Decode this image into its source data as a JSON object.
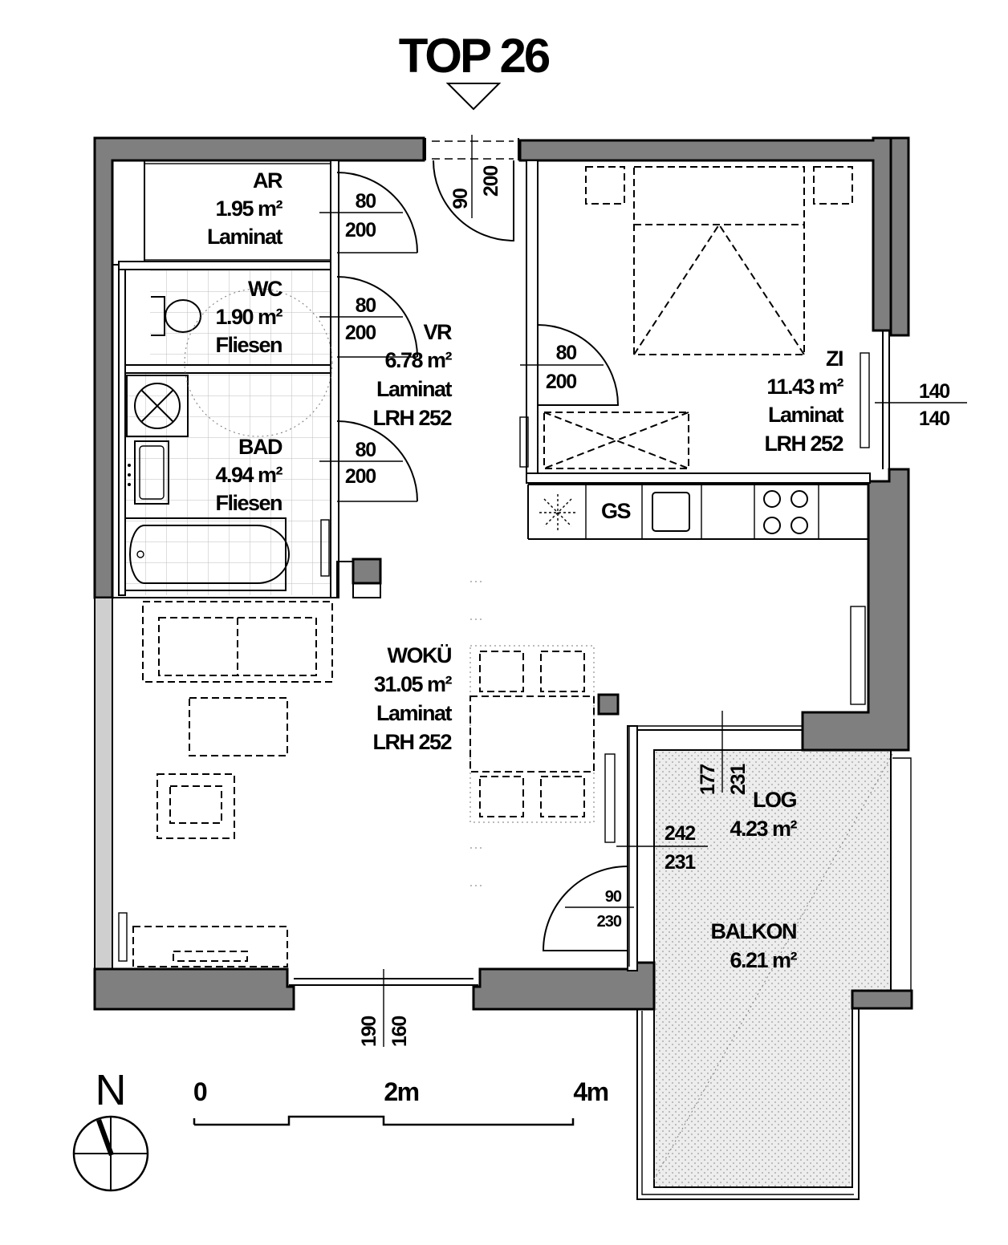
{
  "title": "TOP 26",
  "rooms": {
    "ar": {
      "name": "AR",
      "area": "1.95  m²",
      "floor": "Laminat"
    },
    "wc": {
      "name": "WC",
      "area": "1.90  m²",
      "floor": "Fliesen"
    },
    "bad": {
      "name": "BAD",
      "area": "4.94  m²",
      "floor": "Fliesen"
    },
    "vr": {
      "name": "VR",
      "area": "6.78  m²",
      "floor": "Laminat",
      "height": "LRH 252"
    },
    "zi": {
      "name": "ZI",
      "area": "11.43  m²",
      "floor": "Laminat",
      "height": "LRH 252"
    },
    "woku": {
      "name": "WOKÜ",
      "area": "31.05  m²",
      "floor": "Laminat",
      "height": "LRH 252"
    },
    "log": {
      "name": "LOG",
      "area": "4.23  m²"
    },
    "balkon": {
      "name": "BALKON",
      "area": "6.21  m²"
    }
  },
  "kitchen_label": "GS",
  "doors": {
    "entrance": {
      "width": "90",
      "height": "200"
    },
    "ar": {
      "width": "80",
      "height": "200"
    },
    "wc": {
      "width": "80",
      "height": "200"
    },
    "bad": {
      "width": "80",
      "height": "200"
    },
    "zi": {
      "width": "80",
      "height": "200"
    },
    "loggia": {
      "width": "90",
      "height": "230"
    }
  },
  "windows": {
    "zi_east": {
      "top": "140",
      "bottom": "140"
    },
    "loggia_north": {
      "a": "177",
      "b": "231"
    },
    "loggia_west": {
      "top": "242",
      "bottom": "231"
    },
    "woku_south": {
      "a": "190",
      "b": "160"
    }
  },
  "scale_bar": {
    "labels": [
      "0",
      "2m",
      "4m"
    ]
  },
  "north": "N"
}
